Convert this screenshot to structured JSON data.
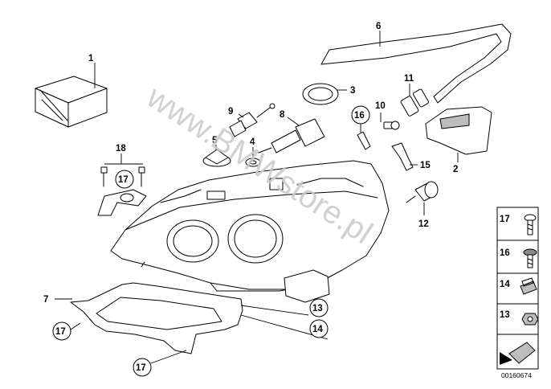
{
  "diagram_id": "00160674",
  "watermark": "www.BMWstore.pl",
  "callouts": {
    "c1": "1",
    "c2": "2",
    "c3": "3",
    "c4": "4",
    "c5": "5",
    "c6": "6",
    "c7": "7",
    "c8": "8",
    "c9": "9",
    "c10": "10",
    "c11": "11",
    "c12": "12",
    "c13": "13",
    "c14": "14",
    "c15": "15",
    "c16": "16",
    "c17": "17",
    "c18": "18",
    "c17_screws": "17",
    "c17_bracket_left": "17",
    "c17_bracket_bottom": "17"
  },
  "legend": {
    "items": [
      "17",
      "16",
      "14",
      "13"
    ]
  },
  "colors": {
    "line": "#000000",
    "shade": "#bdbdbd",
    "watermark": "#c9c9c9"
  }
}
